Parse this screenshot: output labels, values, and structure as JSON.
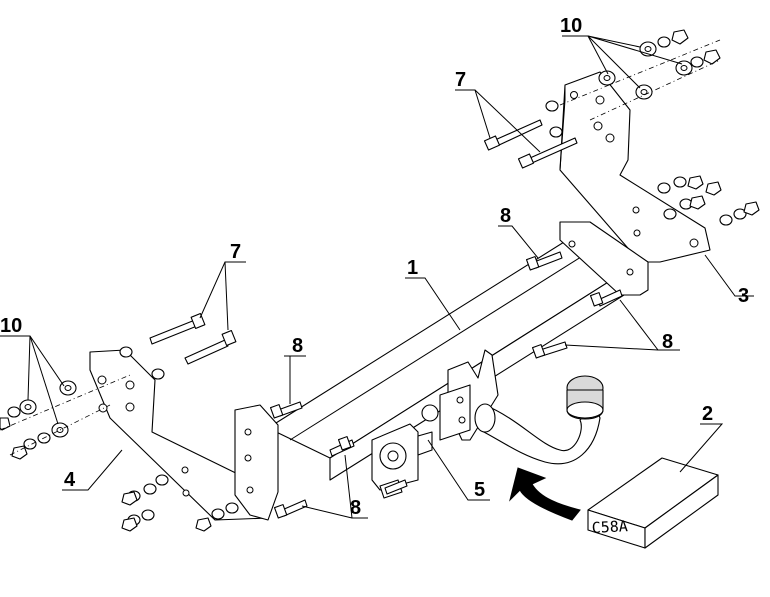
{
  "labels": {
    "beam": "1",
    "electrical_kit": "2",
    "right_bracket": "3",
    "left_bracket": "4",
    "ball_coupling": "5",
    "bolts_long": "7",
    "bolts_short": "8",
    "washers_nuts": "10"
  },
  "box_code": "C58A"
}
